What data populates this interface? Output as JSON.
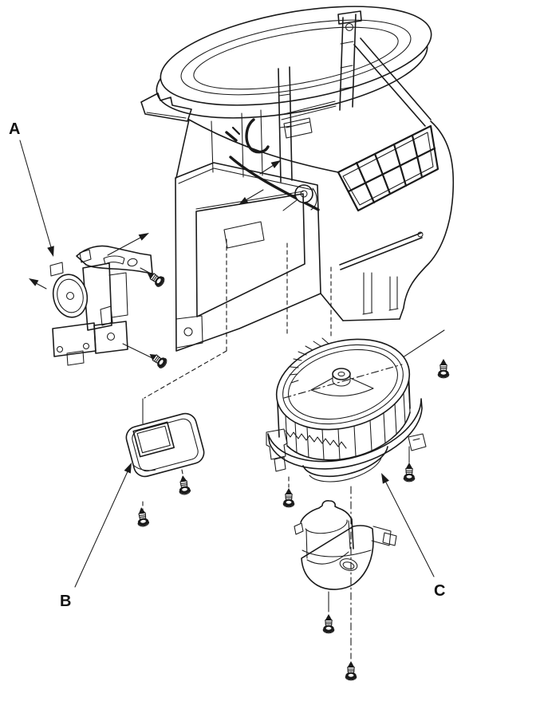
{
  "figure": {
    "background_color": "#ffffff",
    "ink_color": "#1a1a1a",
    "callouts": [
      {
        "id": "A",
        "label": "A"
      },
      {
        "id": "B",
        "label": "B"
      },
      {
        "id": "C",
        "label": "C"
      }
    ],
    "parts": [
      "heater-blower-housing-icon",
      "control-motor-icon",
      "power-transistor-icon",
      "blower-fan-icon",
      "blower-lower-cover-icon",
      "mounting-screw-icon"
    ]
  }
}
